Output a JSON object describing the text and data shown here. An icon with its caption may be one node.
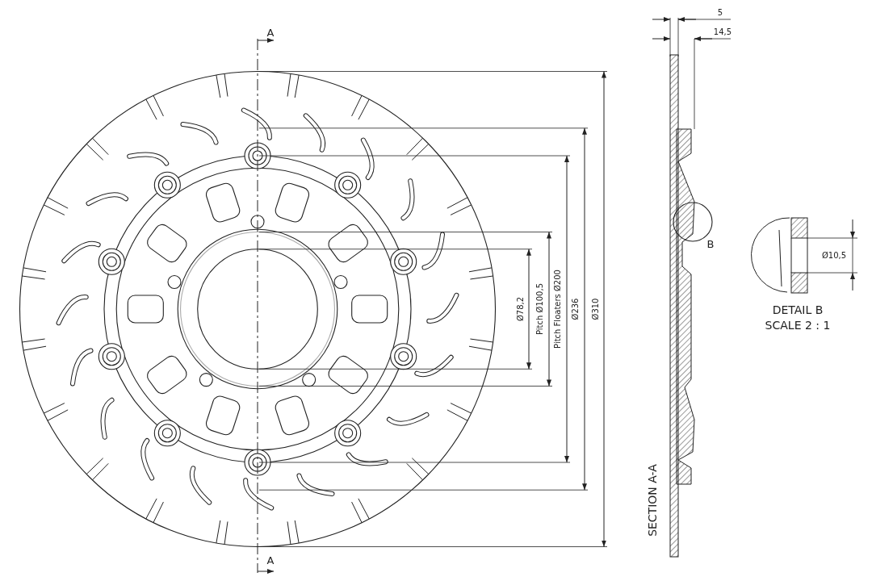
{
  "diagram": {
    "labels": [
      "A",
      "Ø78,2",
      "Pitch Ø100,5",
      "Pitch Floaters Ø200",
      "Ø236",
      "Ø310",
      "A",
      "5",
      "14,5",
      "B",
      "SECTION A-A",
      "Ø10,5",
      "DETAIL B",
      "SCALE 2 : 1"
    ]
  }
}
